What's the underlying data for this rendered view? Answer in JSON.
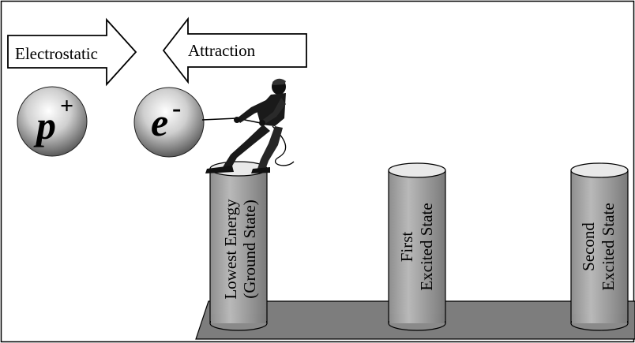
{
  "arrows": {
    "left_label": "Electrostatic",
    "right_label": "Attraction"
  },
  "particles": {
    "proton_symbol": "p",
    "proton_charge": "+",
    "electron_symbol": "e",
    "electron_charge": "-"
  },
  "states": {
    "ground_line1": "Lowest Energy",
    "ground_line2": "(Ground State)",
    "first_line1": "First",
    "first_line2": "Excited State",
    "second_line1": "Second",
    "second_line2": "Excited State"
  },
  "figure": {
    "icon": "person-pulling-rope-icon"
  },
  "colors": {
    "platform": "#7d7d7d",
    "cylinder": "#a8a8a8",
    "sphere_light": "#ffffff",
    "sphere_dark": "#555555"
  }
}
